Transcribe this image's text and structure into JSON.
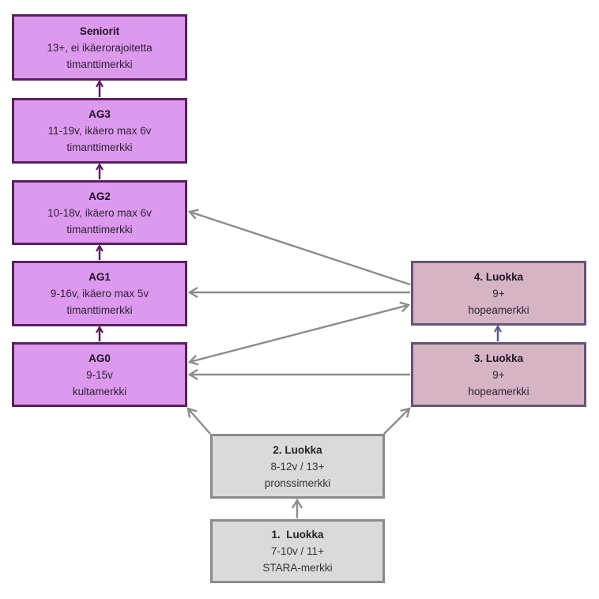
{
  "diagram": {
    "nodes": {
      "seniorit": {
        "title": "Seniorit",
        "line2": "13+, ei ikäerorajoitetta",
        "line3": "timanttimerkki"
      },
      "ag3": {
        "title": "AG3",
        "line2": "11-19v, ikäero max 6v",
        "line3": "timanttimerkki"
      },
      "ag2": {
        "title": "AG2",
        "line2": "10-18v, ikäero max 6v",
        "line3": "timanttimerkki"
      },
      "ag1": {
        "title": "AG1",
        "line2": "9-16v, ikäero max 5v",
        "line3": "timanttimerkki"
      },
      "ag0": {
        "title": "AG0",
        "line2": "9-15v",
        "line3": "kultamerkki"
      },
      "luokka4": {
        "title": "4. Luokka",
        "line2": "9+",
        "line3": "hopeamerkki"
      },
      "luokka3": {
        "title": "3. Luokka",
        "line2": "9+",
        "line3": "hopeamerkki"
      },
      "luokka2": {
        "title": "2. Luokka",
        "line2": "8-12v / 13+",
        "line3": "pronssimerkki"
      },
      "luokka1": {
        "title": "1.  Luokka",
        "line2": "7-10v / 11+",
        "line3": "STARA-merkki"
      }
    },
    "edges": [
      {
        "from": "ag3",
        "to": "seniorit",
        "direction": "forward"
      },
      {
        "from": "ag2",
        "to": "ag3",
        "direction": "forward"
      },
      {
        "from": "ag1",
        "to": "ag2",
        "direction": "forward"
      },
      {
        "from": "ag0",
        "to": "ag1",
        "direction": "forward"
      },
      {
        "from": "luokka4",
        "to": "ag2",
        "direction": "forward"
      },
      {
        "from": "luokka4",
        "to": "ag1",
        "direction": "forward"
      },
      {
        "from": "ag0",
        "to": "luokka4",
        "direction": "both"
      },
      {
        "from": "luokka3",
        "to": "ag0",
        "direction": "forward"
      },
      {
        "from": "luokka3",
        "to": "luokka4",
        "direction": "forward"
      },
      {
        "from": "luokka2",
        "to": "ag0",
        "direction": "forward"
      },
      {
        "from": "luokka2",
        "to": "luokka3",
        "direction": "forward"
      },
      {
        "from": "luokka1",
        "to": "luokka2",
        "direction": "forward"
      }
    ],
    "colors": {
      "purple_fill": "#dd99ee",
      "purple_border": "#5a1f5e",
      "mauve_fill": "#d6b4c3",
      "mauve_border": "#655577",
      "gray_fill": "#dadada",
      "gray_border": "#8a8a8a",
      "connector_gray": "#8c8c8c"
    }
  }
}
